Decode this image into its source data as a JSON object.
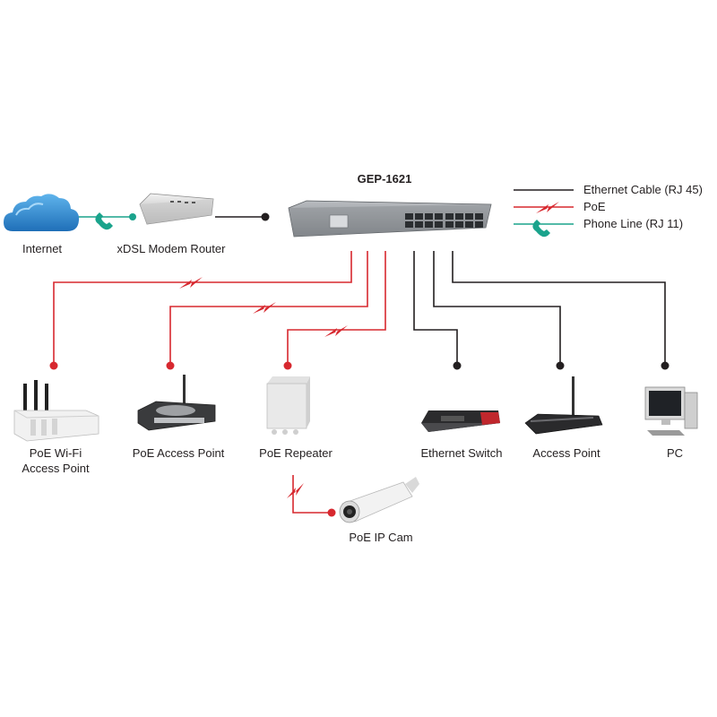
{
  "switch": {
    "label": "GEP-1621"
  },
  "legend": {
    "ethernet": "Ethernet Cable (RJ 45)",
    "poe": "PoE",
    "phone": "Phone Line (RJ 11)"
  },
  "devices": {
    "internet": "Internet",
    "modem": "xDSL Modem Router",
    "poe_wifi_ap_line1": "PoE Wi-Fi",
    "poe_wifi_ap_line2": "Access Point",
    "poe_ap": "PoE Access Point",
    "poe_repeater": "PoE Repeater",
    "ethernet_switch": "Ethernet Switch",
    "access_point": "Access Point",
    "pc": "PC",
    "poe_ip_cam": "PoE IP Cam"
  },
  "colors": {
    "ethernet": "#231f20",
    "poe": "#d7282f",
    "phone": "#1aa38c"
  }
}
